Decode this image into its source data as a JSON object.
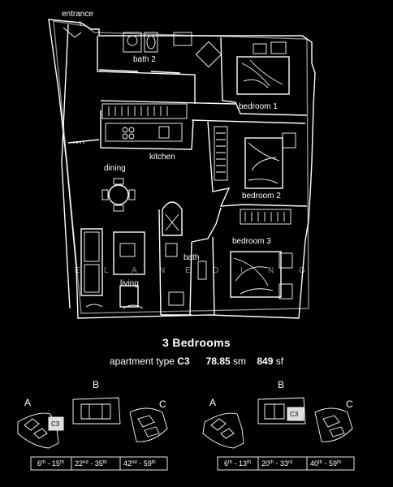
{
  "plan": {
    "labels": {
      "entrance": "entrance",
      "bath2": "bath 2",
      "bedroom1": "bedroom 1",
      "kitchen": "kitchen",
      "dining": "dining",
      "bedroom2": "bedroom 2",
      "bedroom3": "bedroom 3",
      "bath": "bath",
      "living": "living"
    },
    "watermark": [
      "E",
      "L",
      "A",
      "N",
      "E",
      "D",
      "I",
      "N",
      "G"
    ]
  },
  "summary": {
    "title": "3 Bedrooms",
    "type_prefix": "apartment  type",
    "type_code": "C3",
    "area_sm_value": "78.85",
    "area_sm_unit": "sm",
    "area_sf_value": "849",
    "area_sf_unit": "sf"
  },
  "key_plans": [
    {
      "towers": [
        "A",
        "B",
        "C"
      ],
      "highlight": "C3",
      "floors": [
        {
          "base": "6",
          "sup1": "th",
          "mid": " - 15",
          "sup2": "th"
        },
        {
          "base": "22",
          "sup1": "nd",
          "mid": " - 35",
          "sup2": "th"
        },
        {
          "base": "42",
          "sup1": "nd",
          "mid": " - 59",
          "sup2": "th"
        }
      ]
    },
    {
      "towers": [
        "A",
        "B",
        "C"
      ],
      "highlight": "C3",
      "floors": [
        {
          "base": "6",
          "sup1": "th",
          "mid": " - 13",
          "sup2": "th"
        },
        {
          "base": "20",
          "sup1": "th",
          "mid": " - 33",
          "sup2": "rd"
        },
        {
          "base": "40",
          "sup1": "th",
          "mid": " - 59",
          "sup2": "th"
        }
      ]
    }
  ],
  "colors": {
    "background": "#000000",
    "lines": "#ffffff",
    "highlight": "#dddddd"
  }
}
